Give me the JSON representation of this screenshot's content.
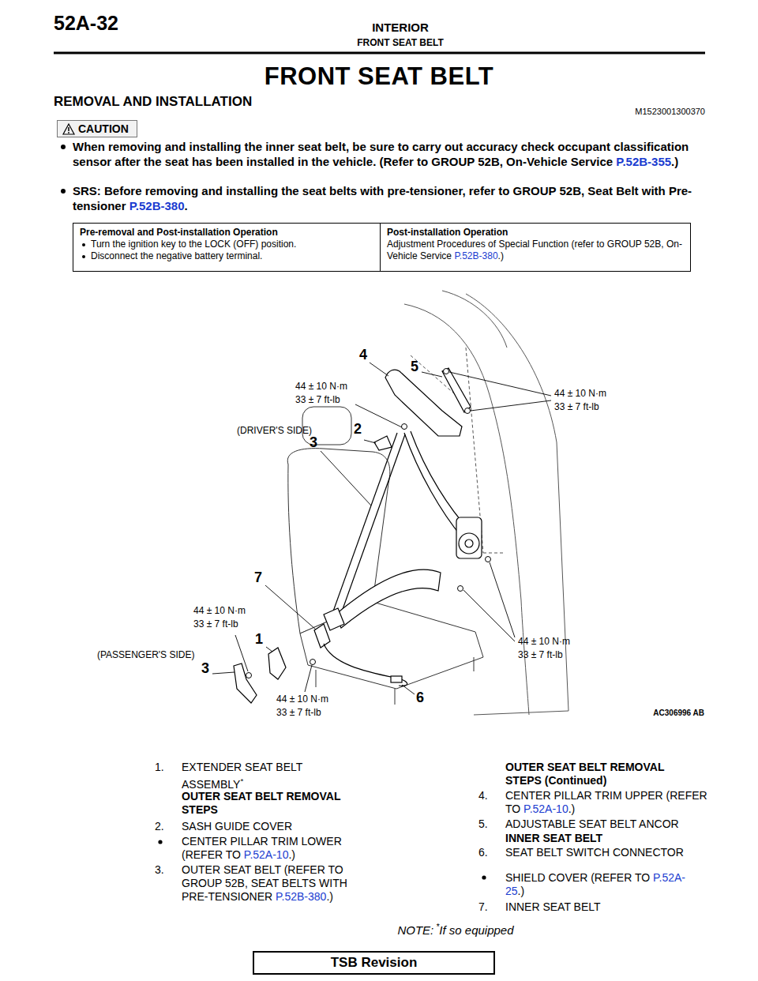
{
  "diagram": {
    "title": "FRONT SEAT BELT",
    "nodes": [
      {
        "text": [
          "CAUTION"
        ]
      },
      {
        "text": [
          "Pre-removal and Post-installation Operation",
          "Turn the ignition key to the LOCK (OFF) position.",
          "Disconnect the negative battery terminal."
        ]
      },
      {
        "text": [
          "Post-installation Operation",
          "Adjustment Procedures of Special Function (refer to GROUP 52B, On-Vehicle Service",
          "P.52B-380",
          ".)"
        ]
      },
      {
        "text": [
          "TSB Revision"
        ]
      }
    ],
    "labels": [
      "52A-32",
      "INTERIOR",
      "FRONT SEAT BELT",
      "REMOVAL AND INSTALLATION",
      "M1523001300370",
      "When removing and installing the inner seat belt, be sure to carry out accuracy check occupant classification sensor after the seat has been installed in the vehicle. (Refer to GROUP 52B, On-Vehicle Service",
      "P.52B-355",
      ".)",
      "SRS: Before removing and installing the seat belts with pre-tensioner, refer to GROUP 52B, Seat Belt with Pre-tensioner",
      "P.52B-380",
      ".",
      "4",
      "5",
      "44 ± 10 N·m",
      "33 ± 7 ft-lb",
      "44 ± 10 N·m",
      "33 ± 7 ft-lb",
      "(DRIVER'S SIDE)",
      "2",
      "3",
      "7",
      "44 ± 10 N·m",
      "33 ± 7 ft-lb",
      "1",
      "(PASSENGER'S SIDE)",
      "3",
      "44 ± 10 N·m",
      "33 ± 7 ft-lb",
      "44 ± 10 N·m",
      "33 ± 7 ft-lb",
      "6",
      "AC306996 AB",
      "1.",
      "EXTENDER SEAT BELT ASSEMBLY",
      "*",
      "OUTER SEAT BELT REMOVAL STEPS",
      "2.",
      "SASH GUIDE COVER",
      "CENTER PILLAR TRIM LOWER (REFER TO",
      "P.52A-10",
      ".)",
      "3.",
      "OUTER SEAT BELT (REFER TO GROUP 52B, SEAT BELTS WITH PRE-TENSIONER",
      "P.52B-380",
      ".)",
      "OUTER SEAT BELT REMOVAL STEPS (Continued)",
      "4.",
      "CENTER PILLAR TRIM UPPER (REFER TO",
      "P.52A-10",
      ".)",
      "5.",
      "ADJUSTABLE SEAT BELT ANCOR",
      "INNER SEAT BELT",
      "6.",
      "SEAT BELT SWITCH CONNECTOR",
      "SHIELD COVER (REFER TO",
      "P.52A-25",
      ".)",
      "7.",
      "INNER SEAT BELT",
      "NOTE:",
      "*",
      "If so equipped"
    ]
  }
}
